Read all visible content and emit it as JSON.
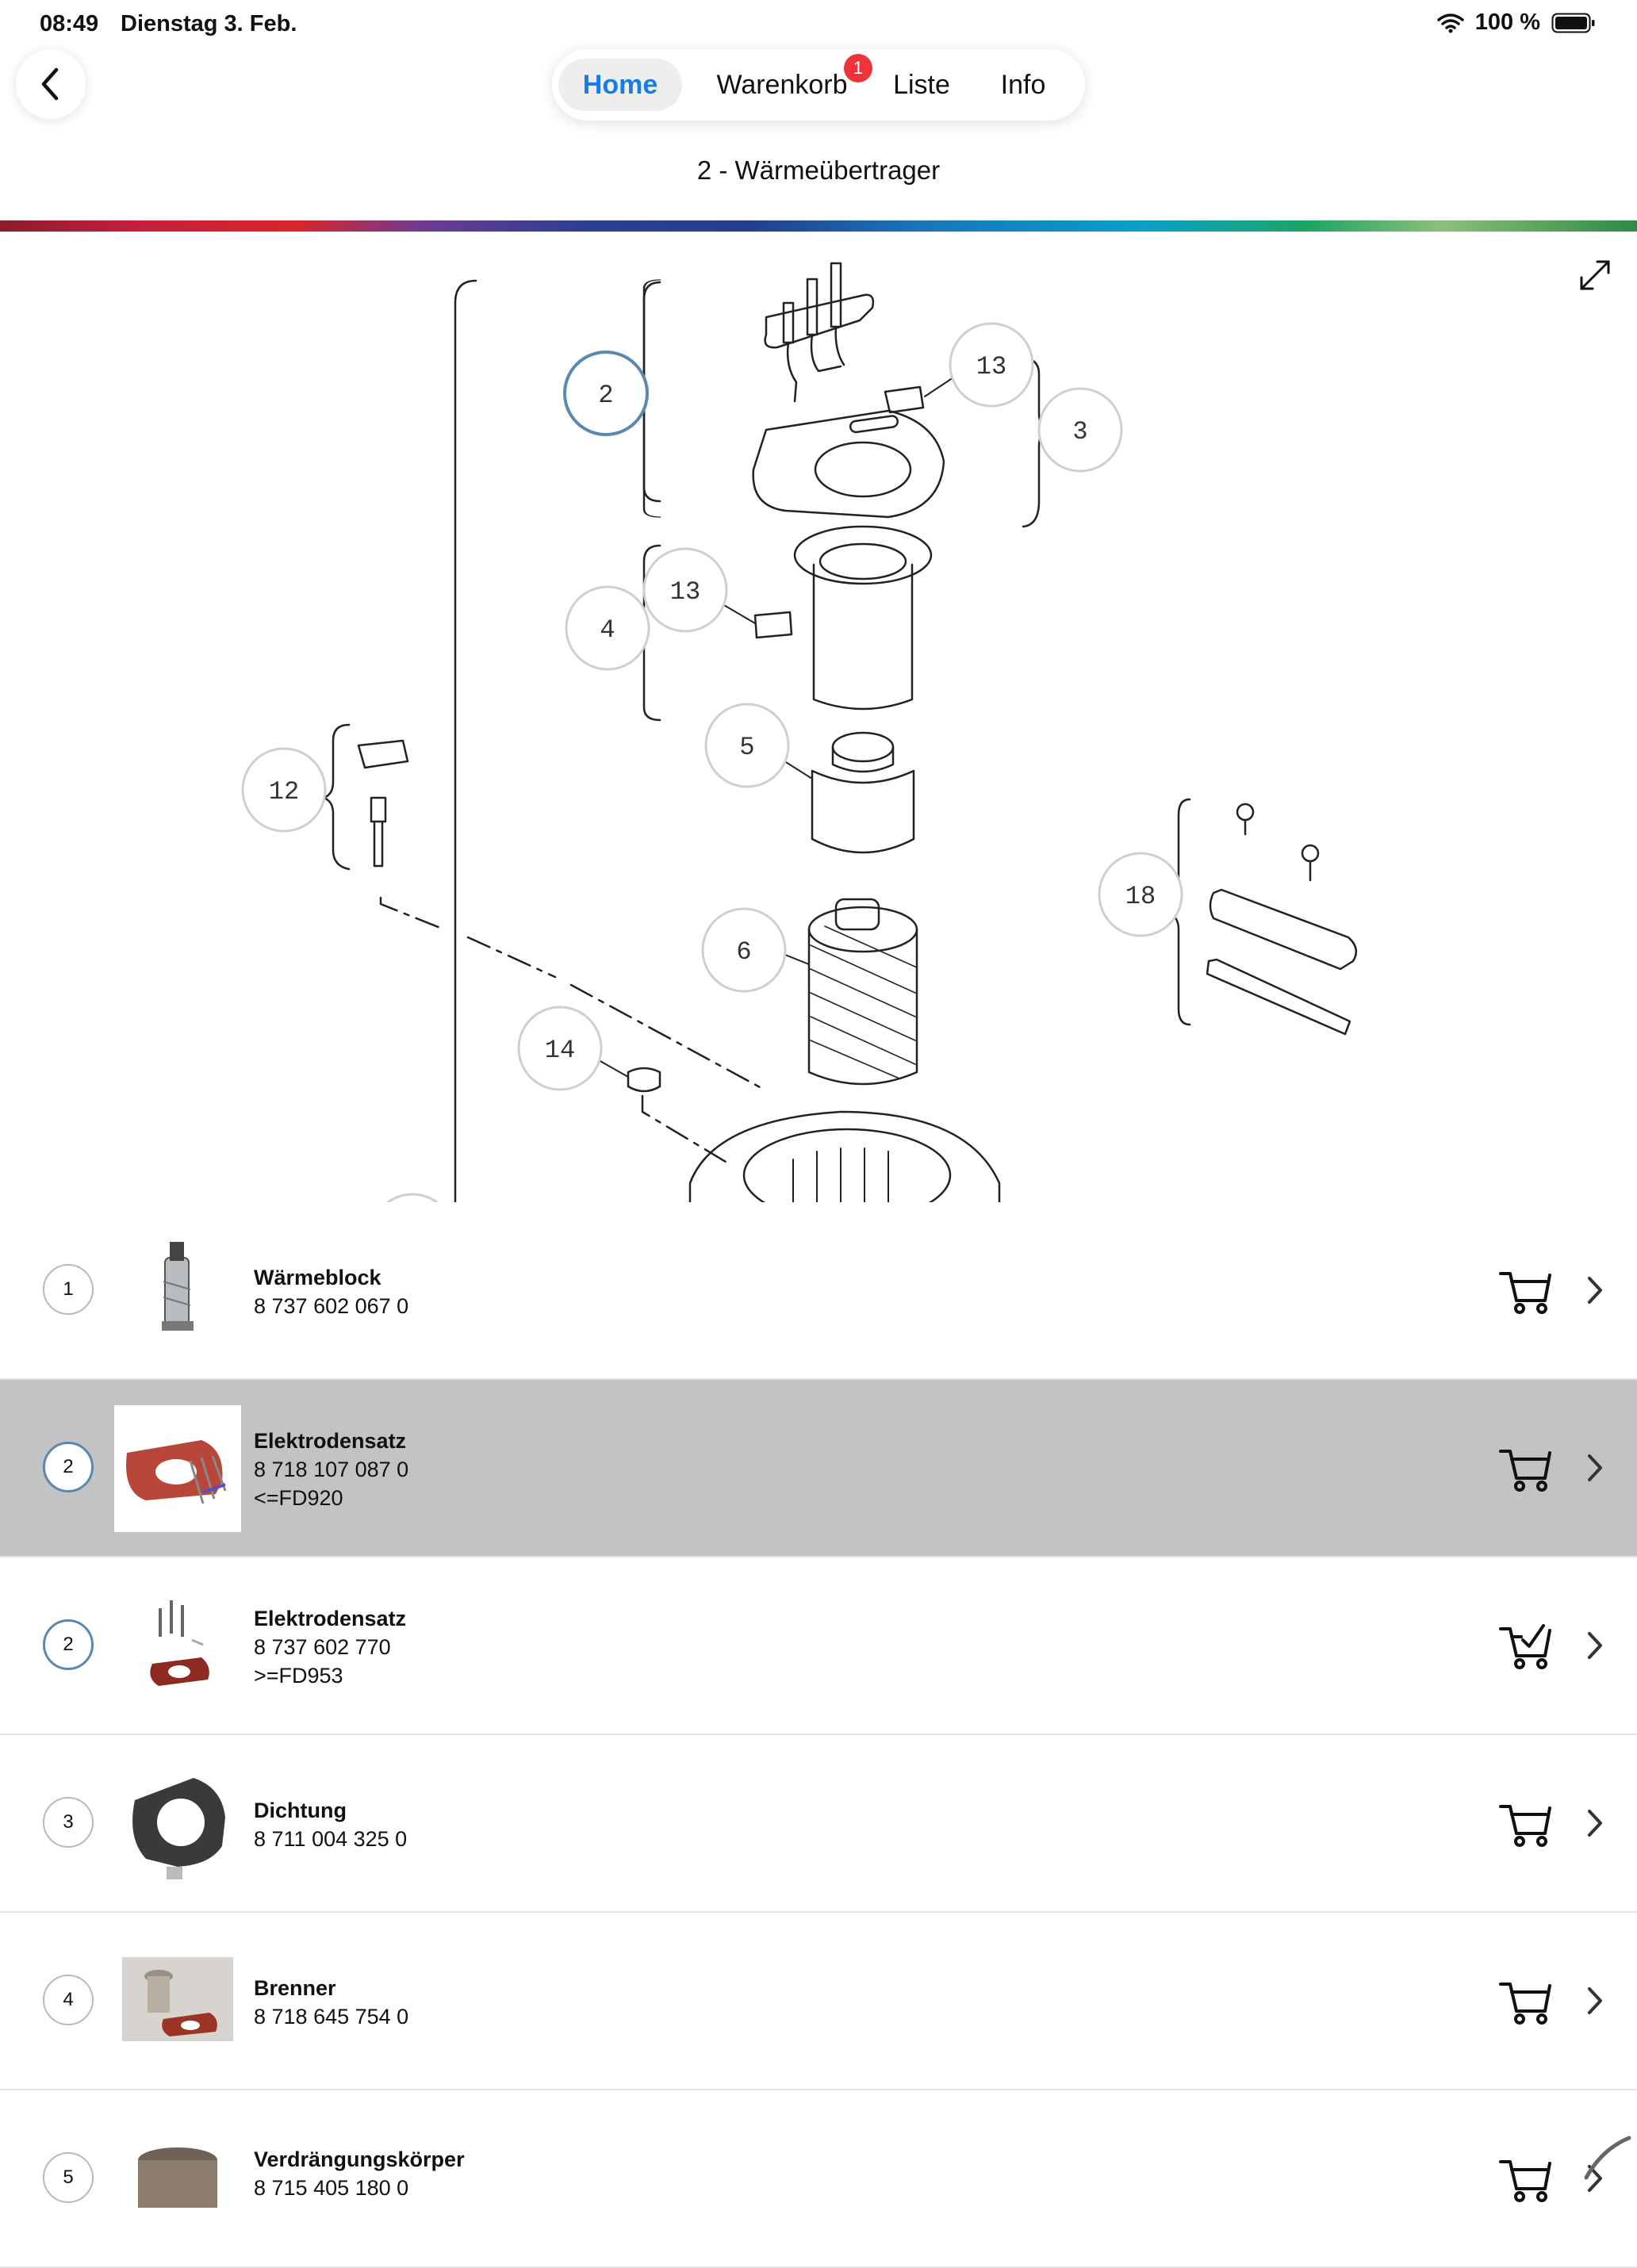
{
  "status_bar": {
    "time": "08:49",
    "date": "Dienstag 3. Feb.",
    "battery": "100 %"
  },
  "tabs": [
    {
      "label": "Home",
      "active": true
    },
    {
      "label": "Warenkorb",
      "badge": "1"
    },
    {
      "label": "Liste"
    },
    {
      "label": "Info"
    }
  ],
  "page_title": "2 - Wärmeübertrager",
  "diagram": {
    "callouts": [
      "2",
      "13",
      "3",
      "4",
      "13",
      "5",
      "12",
      "6",
      "18",
      "14"
    ]
  },
  "parts": [
    {
      "number": "1",
      "name": "Wärmeblock",
      "lines": [
        "8 737 602 067 0"
      ],
      "selected": false,
      "highlight": false,
      "cart": "cart-icon"
    },
    {
      "number": "2",
      "name": "Elektrodensatz",
      "lines": [
        "8 718 107 087 0",
        "<=FD920"
      ],
      "selected": true,
      "highlight": true,
      "cart": "cart-icon"
    },
    {
      "number": "2",
      "name": "Elektrodensatz",
      "lines": [
        "8 737 602 770",
        ">=FD953"
      ],
      "selected": false,
      "highlight": true,
      "cart": "cart-check-icon"
    },
    {
      "number": "3",
      "name": "Dichtung",
      "lines": [
        "8 711 004 325 0"
      ],
      "selected": false,
      "highlight": false,
      "cart": "cart-icon"
    },
    {
      "number": "4",
      "name": "Brenner",
      "lines": [
        "8 718 645 754 0"
      ],
      "selected": false,
      "highlight": false,
      "cart": "cart-icon"
    },
    {
      "number": "5",
      "name": "Verdrängungskörper",
      "lines": [
        "8 715 405 180 0"
      ],
      "selected": false,
      "highlight": false,
      "cart": "cart-icon"
    }
  ],
  "colors": {
    "accent": "#1b7be6",
    "badge": "#f0323a",
    "selected_row": "#c2c3c5",
    "callout_highlight": "#5a88b0"
  }
}
